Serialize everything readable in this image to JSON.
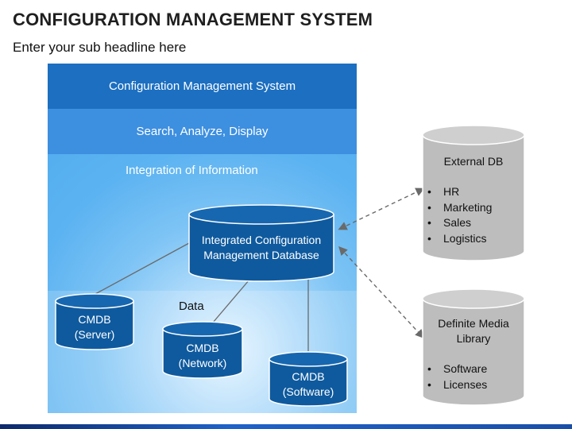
{
  "header": {
    "title": "CONFIGURATION MANAGEMENT SYSTEM",
    "subtitle": "Enter your sub headline here"
  },
  "panel": {
    "band_cms": "Configuration Management System",
    "band_search": "Search, Analyze, Display",
    "band_integration": "Integration of Information",
    "data_label": "Data",
    "icmdb": {
      "line1": "Integrated Configuration",
      "line2": "Management Database"
    },
    "cmdbs": [
      {
        "line1": "CMDB",
        "line2": "(Server)"
      },
      {
        "line1": "CMDB",
        "line2": "(Network)"
      },
      {
        "line1": "CMDB",
        "line2": "(Software)"
      }
    ]
  },
  "external": [
    {
      "title_lines": [
        "External DB"
      ],
      "items": [
        "HR",
        "Marketing",
        "Sales",
        "Logistics"
      ]
    },
    {
      "title_lines": [
        "Definite Media",
        "Library"
      ],
      "items": [
        "Software",
        "Licenses"
      ]
    }
  ],
  "colors": {
    "dark_blue": "#1c6fc1",
    "mid_blue": "#3d8fe0",
    "cylinder_blue": "#0f5a9e",
    "cylinder_gray": "#bdbdbd",
    "connector_gray": "#6a6a6a"
  }
}
